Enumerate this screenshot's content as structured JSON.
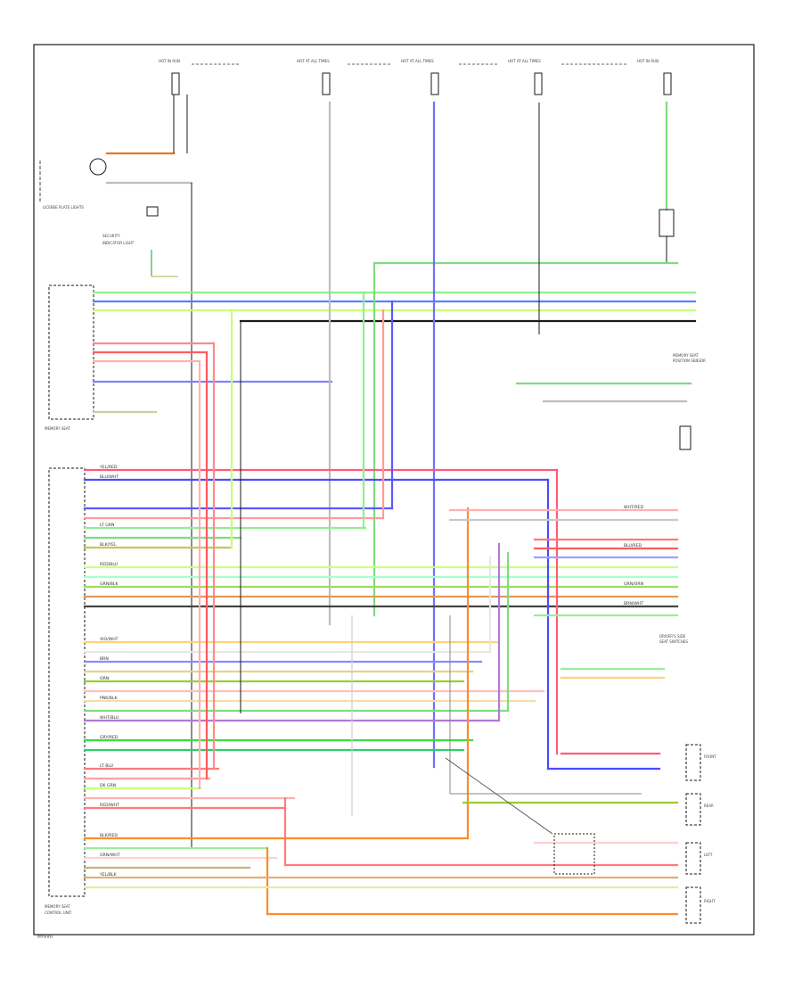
{
  "diagram": {
    "footer_code": "PPY##H",
    "top_labels": [
      "HOT IN RUN",
      "HOT AT ALL TIMES",
      "HOT AT ALL TIMES",
      "HOT AT ALL TIMES",
      "HOT IN RUN"
    ],
    "left_module_labels": [
      "LICENSE PLATE LIGHTS",
      "SECURITY",
      "INDICATOR LIGHT",
      "MEMORY SEAT",
      "CONTROL UNIT"
    ],
    "right_module_labels": [
      "MEMORY SEAT",
      "POSITION SENSOR",
      "DRIVER'S SIDE",
      "SEAT SWITCHES",
      "FRONT",
      "REAR",
      "LEFT",
      "RIGHT"
    ],
    "wire_codes": [
      "YEL/RED",
      "BLU/WHT",
      "LT GRN",
      "BLK/YEL",
      "RED/BLU",
      "GRN/BLK",
      "VIO/WHT",
      "BRN",
      "ORN",
      "PNK/BLK",
      "WHT/BLU",
      "GRY/RED",
      "LT BLU",
      "DK GRN",
      "RED/WHT",
      "BLK/RED",
      "GRN/WHT",
      "YEL/BLK",
      "WHT/RED",
      "BLU/RED",
      "GRN/ORN",
      "BRN/WHT"
    ]
  }
}
